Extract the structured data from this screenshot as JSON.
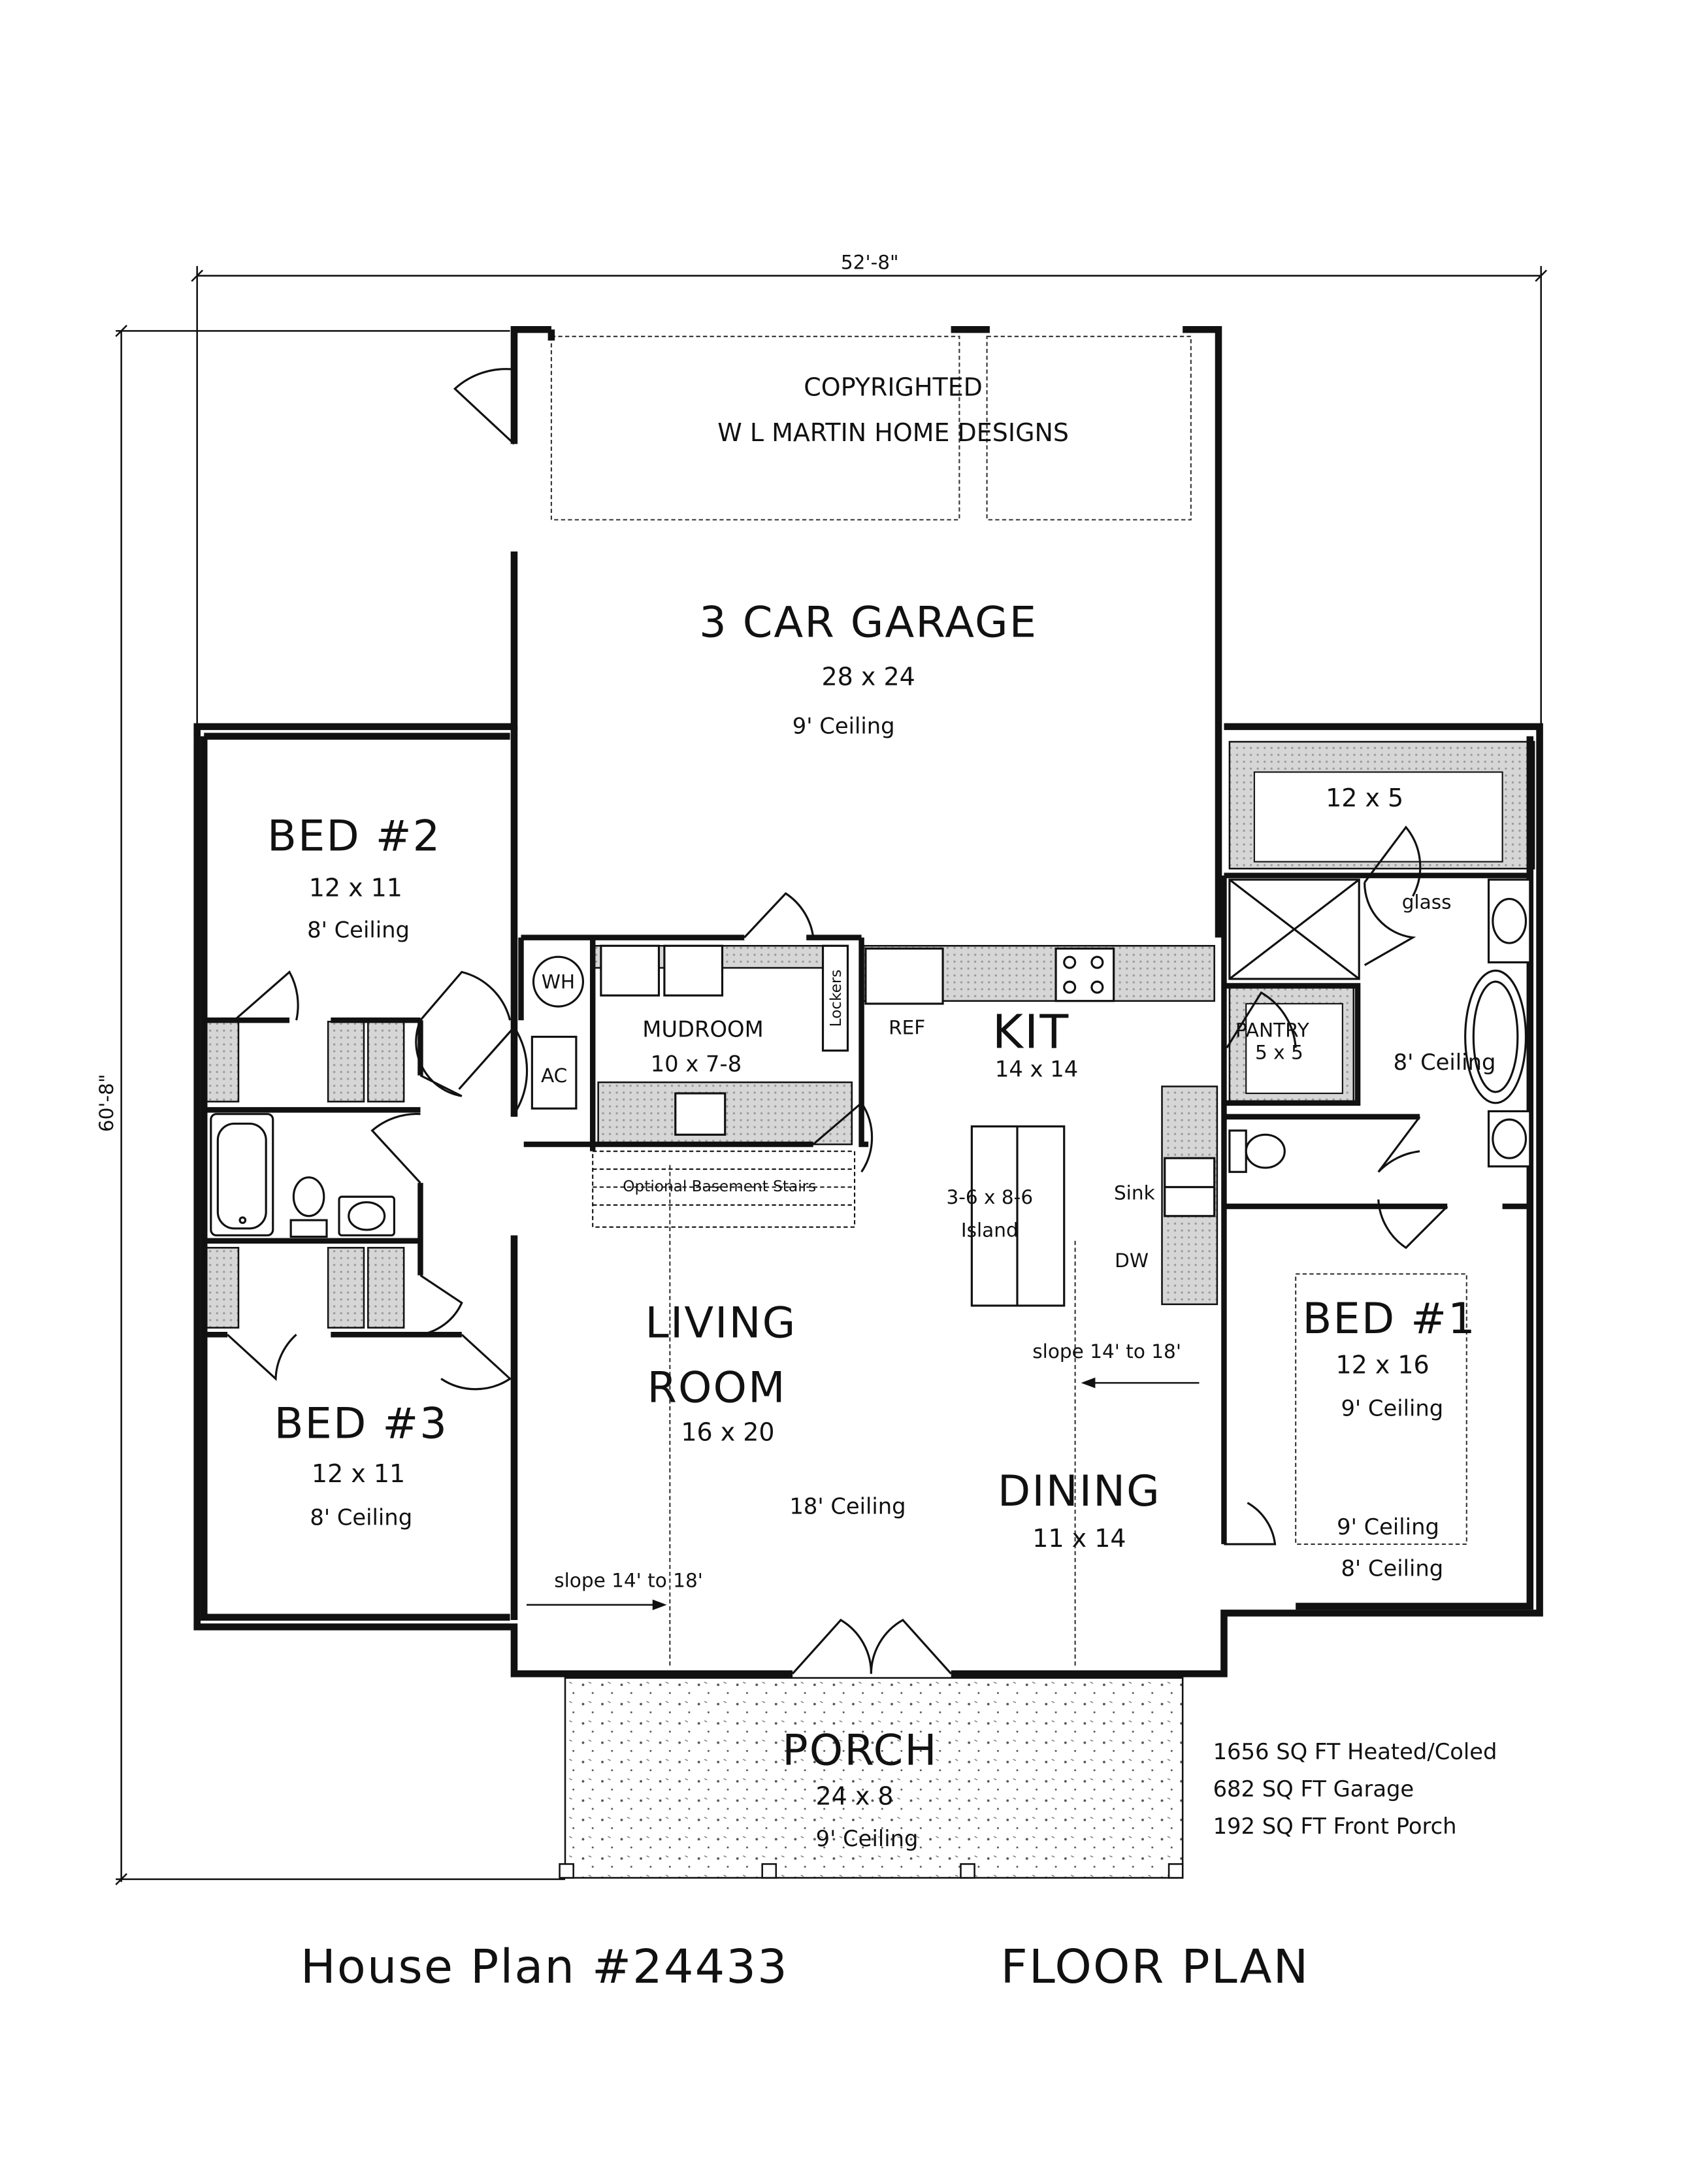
{
  "dimensions": {
    "width": "52'-8\"",
    "depth": "60'-8\""
  },
  "copyright": {
    "line1": "COPYRIGHTED",
    "line2": "W L MARTIN HOME DESIGNS"
  },
  "rooms": {
    "garage": {
      "name": "3 CAR GARAGE",
      "size": "28 x 24",
      "ceiling": "9' Ceiling"
    },
    "bed2": {
      "name": "BED #2",
      "size": "12 x 11",
      "ceiling": "8' Ceiling"
    },
    "bed3": {
      "name": "BED #3",
      "size": "12 x 11",
      "ceiling": "8' Ceiling"
    },
    "bed1": {
      "name": "BED #1",
      "size": "12 x 16",
      "ceiling_top": "9' Ceiling",
      "ceiling_tray": "9' Ceiling",
      "ceiling_bottom": "8' Ceiling"
    },
    "mudroom": {
      "name": "MUDROOM",
      "size": "10 x 7-8"
    },
    "kitchen": {
      "name": "KIT",
      "size": "14 x 14"
    },
    "pantry": {
      "name": "PANTRY",
      "size": "5 x 5"
    },
    "closet": {
      "size": "12 x 5"
    },
    "bath": {
      "ceiling": "8' Ceiling"
    },
    "living": {
      "name_line1": "LIVING",
      "name_line2": "ROOM",
      "size": "16 x 20",
      "ceiling": "18' Ceiling"
    },
    "dining": {
      "name": "DINING",
      "size": "11 x 14"
    },
    "porch": {
      "name": "PORCH",
      "size": "24 x 8",
      "ceiling": "9' Ceiling"
    }
  },
  "labels": {
    "wh": "WH",
    "ac": "AC",
    "lockers": "Lockers",
    "ref": "REF",
    "glass": "glass",
    "sink": "Sink",
    "dw": "DW",
    "island_size": "3-6 x 8-6",
    "island": "Island",
    "stairs": "Optional Basement Stairs",
    "slope_kitchen": "slope 14' to 18'",
    "slope_living": "slope 14' to 18'"
  },
  "area_summary": [
    "1656 SQ FT Heated/Coled",
    "682 SQ FT Garage",
    "192 SQ FT Front Porch"
  ],
  "footer": {
    "plan_number": "House Plan #24433",
    "plan_type": "FLOOR PLAN"
  }
}
